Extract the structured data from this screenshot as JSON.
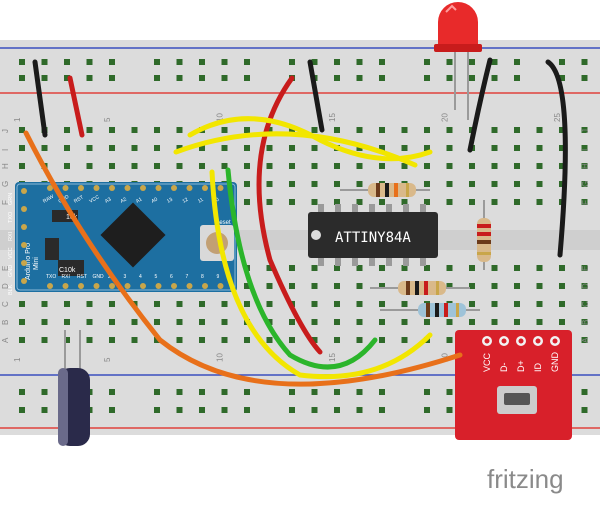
{
  "diagram": {
    "breadboard": {
      "column_numbers": [
        "1",
        "5",
        "10",
        "15",
        "20",
        "25"
      ],
      "row_letters": [
        "J",
        "I",
        "H",
        "G",
        "F",
        "E",
        "D",
        "C",
        "B",
        "A"
      ]
    },
    "arduino": {
      "name_lines": [
        "Arduino Pro",
        "Mini"
      ],
      "left_pins": [
        "GRN",
        "TXO",
        "RXI",
        "VCC",
        "GND",
        "BLK"
      ],
      "top_pins": [
        "RAW",
        "GND",
        "RST",
        "VCC",
        "A3",
        "A2",
        "A1",
        "A0",
        "13",
        "12",
        "11",
        "10"
      ],
      "bottom_pins": [
        "TXO",
        "RXI",
        "RST",
        "GND",
        "2",
        "3",
        "4",
        "5",
        "6",
        "7",
        "8",
        "9"
      ],
      "reset_label": "Reset",
      "cap_label_1": "10k",
      "cap_label_2": "C10k"
    },
    "chip": {
      "label": "ATTINY84A"
    },
    "usb_breakout": {
      "pins": [
        "VCC",
        "D-",
        "D+",
        "ID",
        "GND"
      ]
    },
    "watermark": "fritzing",
    "colors": {
      "breadboard": "#dcdcdc",
      "hole": "#2f6a2a",
      "rail_red": "#e0413c",
      "rail_blue": "#3b4fbf",
      "arduino": "#1d6fa1",
      "chip": "#2b2b2b",
      "usb": "#d8202a",
      "wire_yellow": "#f2e600",
      "wire_green": "#2bb52b",
      "wire_red": "#c81c1c",
      "wire_orange": "#e8701a",
      "wire_black": "#1a1a1a",
      "led": "#e82a2a"
    }
  }
}
